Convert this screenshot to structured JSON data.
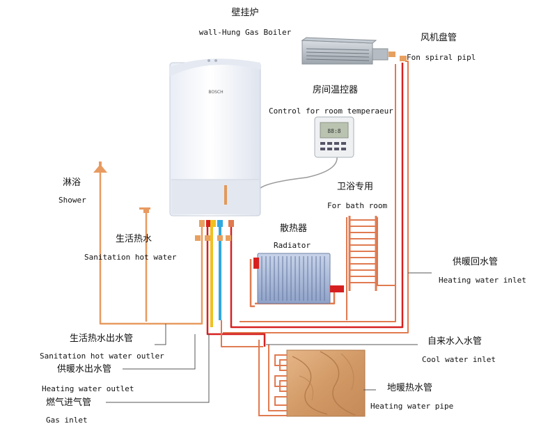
{
  "colors": {
    "hot_pipe": "#d62020",
    "return_pipe": "#e07a50",
    "gas_pipe": "#f0c020",
    "cold_pipe": "#30a8e0",
    "wood_floor": "#d9a070"
  },
  "labels": {
    "boiler_cn": "壁挂炉",
    "boiler_en": "wall-Hung Gas Boiler",
    "fan_cn": "风机盘管",
    "fan_en": "Fon spiral pipl",
    "thermostat_cn": "房间温控器",
    "thermostat_en": "Control for room temperaeur",
    "bath_cn": "卫浴专用",
    "bath_en": "For bath room",
    "shower_cn": "淋浴",
    "shower_en": "Shower",
    "sanitation_cn": "生活热水",
    "sanitation_en": "Sanitation hot water",
    "radiator_cn": "散热器",
    "radiator_en": "Radiator",
    "heating_inlet_cn": "供暖回水管",
    "heating_inlet_en": "Heating water inlet",
    "san_outlet_cn": "生活热水出水管",
    "san_outlet_en": "Sanitation hot water outler",
    "heating_outlet_cn": "供暖水出水管",
    "heating_outlet_en": "Heating water outlet",
    "cool_inlet_cn": "自来水入水管",
    "cool_inlet_en": "Cool water inlet",
    "floor_cn": "地暖热水管",
    "floor_en": "Heating water pipe",
    "gas_cn": "燃气进气管",
    "gas_en": "Gas inlet"
  }
}
